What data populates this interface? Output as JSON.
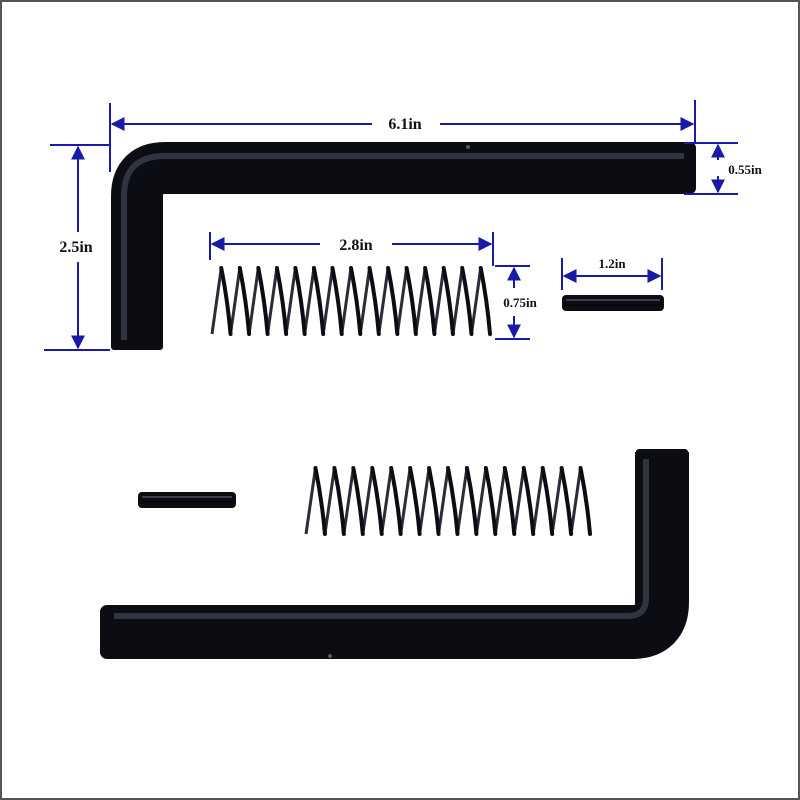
{
  "dimensions": {
    "pin_length": "6.1in",
    "pin_height": "2.5in",
    "pin_diameter": "0.55in",
    "spring_length": "2.8in",
    "spring_diameter": "0.75in",
    "roll_pin_length": "1.2in"
  },
  "colors": {
    "frame": "#555555",
    "dimension_line": "#1a1aa8",
    "part": "#0c0d12",
    "part_highlight": "#3a3f4e",
    "label": "#111111"
  }
}
